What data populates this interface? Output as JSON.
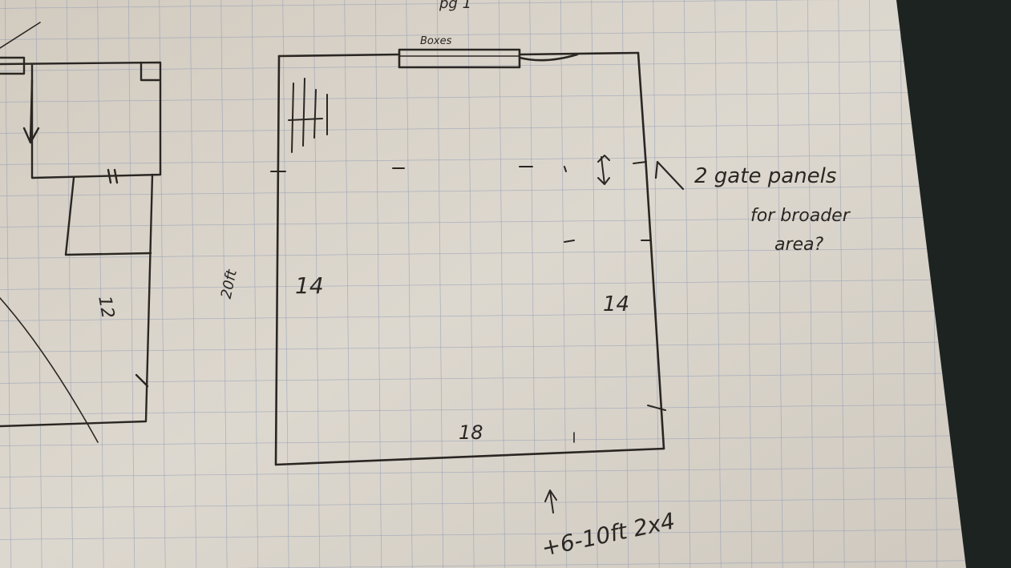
{
  "sketch": {
    "top_fragment": "pg 1",
    "boxes_label": "Boxes",
    "left_side_length": "14",
    "right_side_length": "14",
    "bottom_length": "18",
    "outer_dimension": "20ft",
    "small_enclosure_length": "12",
    "gate_note_line1": "2 gate panels",
    "gate_note_line2": "for broader",
    "gate_note_line3": "area?",
    "lumber_note": "+6-10ft 2x4"
  },
  "colors": {
    "paper": "#d9d4cb",
    "grid": "#8f98b4",
    "ink": "#2a2622",
    "background": "#1d2321"
  }
}
